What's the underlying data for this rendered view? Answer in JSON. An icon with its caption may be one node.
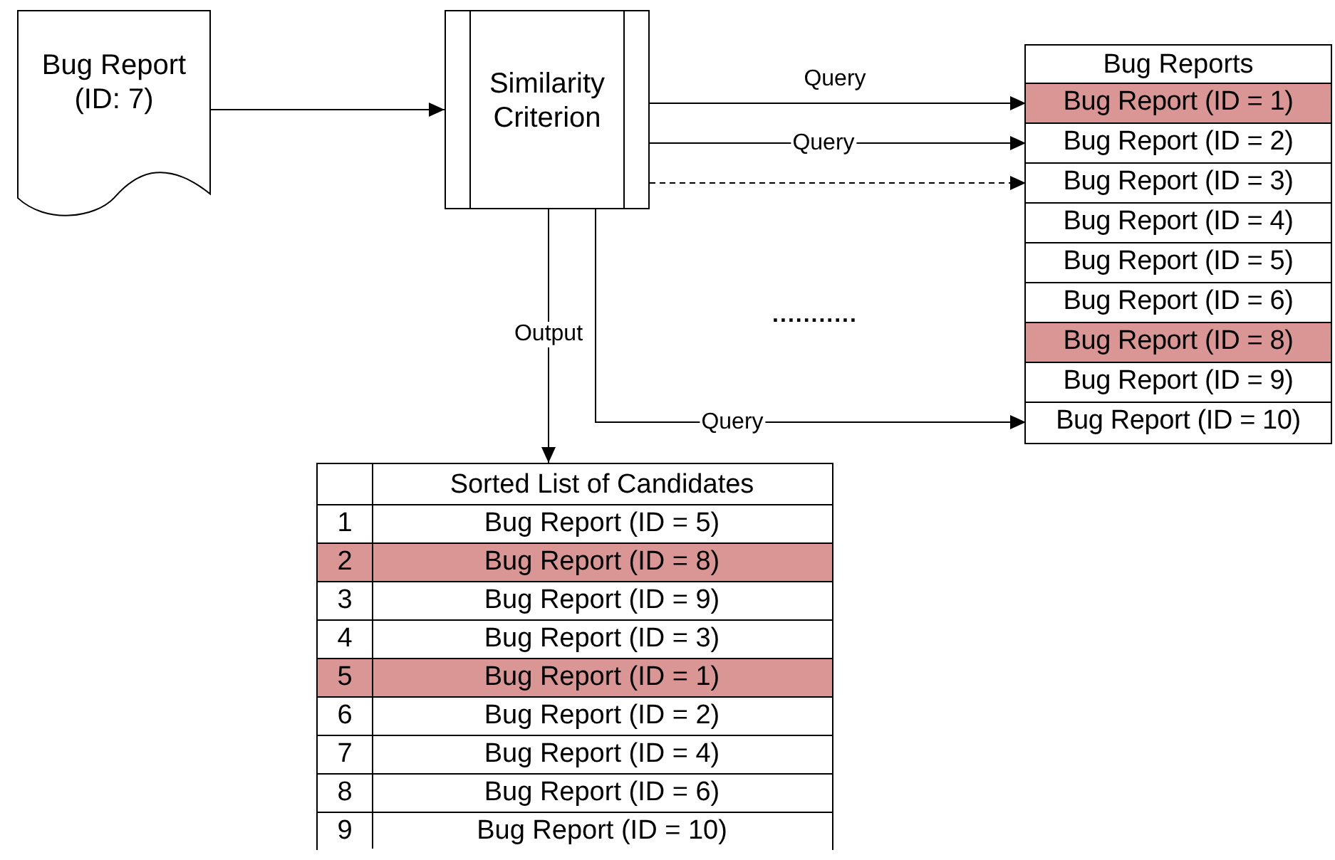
{
  "diagram": {
    "nodes": [
      {
        "text": [
          "Bug Report (ID: 7)"
        ]
      },
      {
        "text": [
          "Similarity Criterion"
        ]
      },
      {
        "text": [
          "Bug Reports"
        ]
      },
      {
        "text": [
          "Bug Report (ID = 1)"
        ],
        "in": 2
      },
      {
        "text": [
          "Bug Report (ID = 2)"
        ],
        "in": 2
      },
      {
        "text": [
          "Bug Report (ID = 3)"
        ],
        "in": 2
      },
      {
        "text": [
          "Bug Report (ID = 4)"
        ],
        "in": 2
      },
      {
        "text": [
          "Bug Report (ID = 5)"
        ],
        "in": 2
      },
      {
        "text": [
          "Bug Report (ID = 6)"
        ],
        "in": 2
      },
      {
        "text": [
          "Bug Report (ID = 8)"
        ],
        "in": 2
      },
      {
        "text": [
          "Bug Report (ID = 9)"
        ],
        "in": 2
      },
      {
        "text": [
          "Bug Report (ID = 10)"
        ],
        "in": 2
      },
      {
        "text": [
          "Sorted List of Candidates"
        ]
      },
      {
        "text": [
          "1",
          "Bug Report (ID = 5)"
        ],
        "in": 12
      },
      {
        "text": [
          "2",
          "Bug Report (ID = 8)"
        ],
        "in": 12
      },
      {
        "text": [
          "3",
          "Bug Report (ID = 9)"
        ],
        "in": 12
      },
      {
        "text": [
          "4",
          "Bug Report (ID = 3)"
        ],
        "in": 12
      },
      {
        "text": [
          "5",
          "Bug Report (ID = 1)"
        ],
        "in": 12
      },
      {
        "text": [
          "6",
          "Bug Report (ID = 2)"
        ],
        "in": 12
      },
      {
        "text": [
          "7",
          "Bug Report (ID = 4)"
        ],
        "in": 12
      },
      {
        "text": [
          "8",
          "Bug Report (ID = 6)"
        ],
        "in": 12
      },
      {
        "text": [
          "9",
          "Bug Report (ID = 10)"
        ],
        "in": 12
      }
    ],
    "edges": [
      {
        "from": 0,
        "to": 1,
        "arrow": "to"
      },
      {
        "from": 1,
        "to": 3,
        "arrow": "to",
        "label": "Query"
      },
      {
        "from": 1,
        "to": 4,
        "arrow": "to",
        "label": "Query"
      },
      {
        "from": 1,
        "to": 5,
        "arrow": "to",
        "style": "dashed"
      },
      {
        "from": 1,
        "to": 11,
        "arrow": "to",
        "label": "Query"
      },
      {
        "from": 1,
        "to": 12,
        "arrow": "to",
        "label": "Output"
      }
    ],
    "labels": [
      "..........."
    ]
  }
}
